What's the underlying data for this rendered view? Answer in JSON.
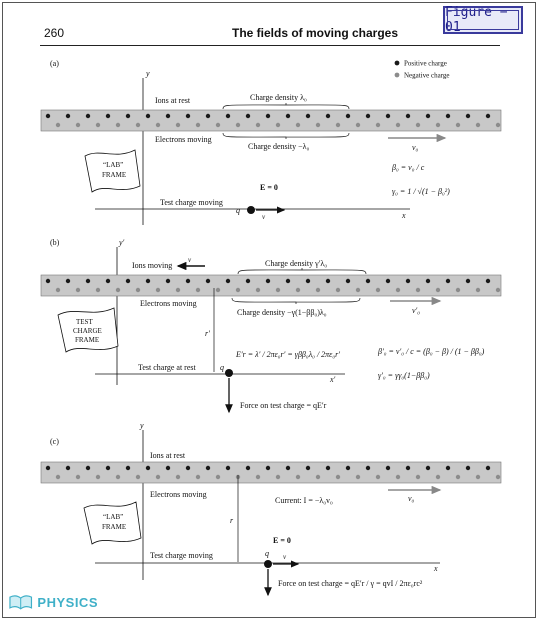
{
  "header": {
    "page_number": "260",
    "title": "The fields of moving charges",
    "figure_badge": "Figure − 01"
  },
  "legend": {
    "positive": "Positive charge",
    "negative": "Negative charge"
  },
  "panel_a": {
    "tag": "(a)",
    "y_axis": "y",
    "x_axis": "x",
    "ions_label": "Ions at rest",
    "electrons_label": "Electrons moving",
    "density_top": "Charge density λ₀",
    "density_bottom": "Charge density −λ₀",
    "frame_line1": "“LAB”",
    "frame_line2": "FRAME",
    "velocity": "v₀",
    "beta": "β₀ = v₀ / c",
    "gamma": "γ₀ = 1 / √(1 − β₀²)",
    "field": "E = 0",
    "test_label": "Test charge moving",
    "q": "q",
    "v": "v"
  },
  "panel_b": {
    "tag": "(b)",
    "y_axis": "y′",
    "x_axis": "x′",
    "ions_label": "Ions moving",
    "electrons_label": "Electrons moving",
    "density_top": "Charge density γ′λ₀",
    "density_bottom": "Charge density −γ(1−ββ₀)λ₀",
    "frame_line1": "TEST",
    "frame_line2": "CHARGE",
    "frame_line3": "FRAME",
    "velocity_ions": "v",
    "velocity_electrons": "v′₀",
    "r": "r′",
    "field": "E′r = λ′ / 2πε₀r′ = γββ₀λ₀ / 2πε₀r′",
    "beta_prime": "β′₀ = v′₀ / c = (β₀ − β) / (1 − ββ₀)",
    "gamma_prime": "γ′₀ = γγ₀(1−ββ₀)",
    "test_label": "Test charge at rest",
    "q": "q",
    "force": "Force on test charge = qE′r"
  },
  "panel_c": {
    "tag": "(c)",
    "y_axis": "y",
    "x_axis": "x",
    "ions_label": "Ions at rest",
    "electrons_label": "Electrons moving",
    "current": "Current: I = −λ₀v₀",
    "frame_line1": "“LAB”",
    "frame_line2": "FRAME",
    "velocity": "v₀",
    "r": "r",
    "field": "E = 0",
    "test_label": "Test charge moving",
    "q": "q",
    "v": "v",
    "force": "Force on test charge = qE′r / γ = qvI / 2πε₀rc²"
  },
  "logo": {
    "text": "PHYSICS",
    "icon": "open-book-icon"
  },
  "colors": {
    "wire": "#c8c8c8",
    "positive": "#1a1a1a",
    "negative": "#8c8c8c",
    "badge": "#1e1e8a",
    "logo": "#3fb0c8"
  }
}
